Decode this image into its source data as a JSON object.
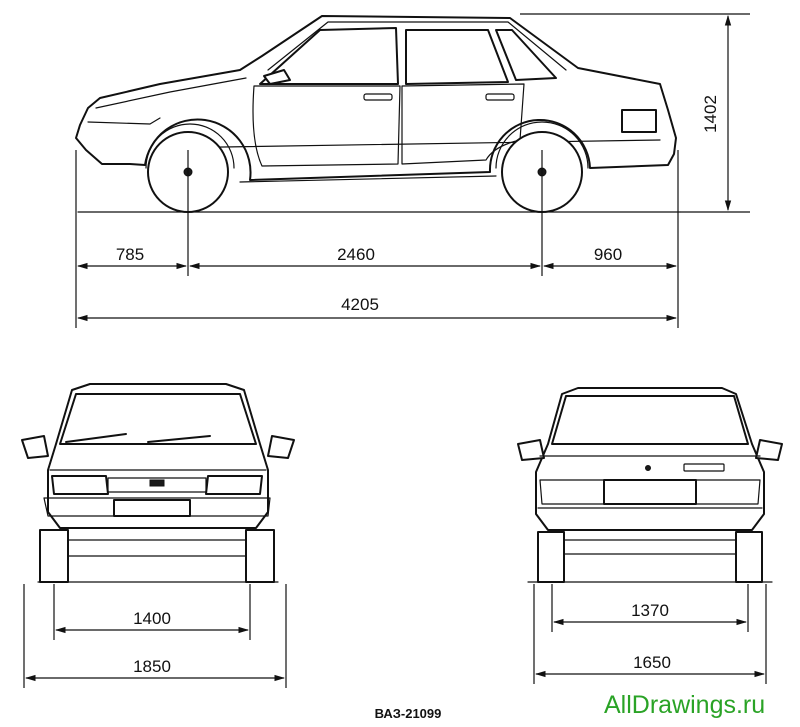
{
  "model": "ВАЗ-21099",
  "watermark": "AllDrawings.ru",
  "side_view": {
    "front_overhang": "785",
    "wheelbase": "2460",
    "rear_overhang": "960",
    "overall_length": "4205",
    "height": "1402"
  },
  "front_view": {
    "track": "1400",
    "width": "1850"
  },
  "rear_view": {
    "track": "1370",
    "width": "1650"
  },
  "colors": {
    "ink": "#111111",
    "background": "#ffffff",
    "watermark": "#2aa326"
  }
}
